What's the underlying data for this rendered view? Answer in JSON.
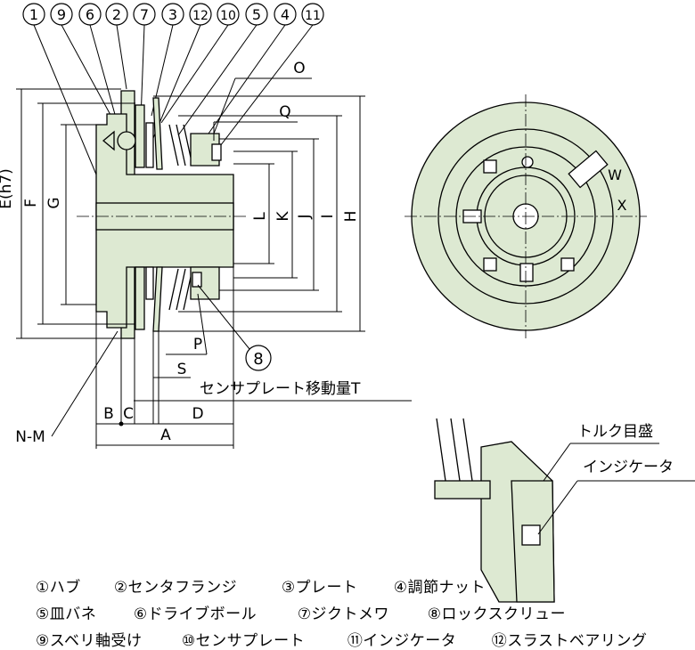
{
  "part_numbers": [
    "1",
    "9",
    "6",
    "2",
    "7",
    "3",
    "12",
    "10",
    "5",
    "4",
    "11"
  ],
  "dimension_labels": {
    "E": "E(h7)",
    "F": "F",
    "G": "G",
    "L": "L",
    "K": "K",
    "J": "J",
    "I": "I",
    "H": "H",
    "O": "O",
    "Q": "Q",
    "P": "P",
    "S": "S",
    "B": "B",
    "C": "C",
    "D": "D",
    "A": "A",
    "NM": "N-M",
    "W": "W",
    "X": "X"
  },
  "callout_8": "8",
  "travel_label": "センサプレート移動量T",
  "detail_labels": {
    "torque_scale": "トルク目盛",
    "indicator": "インジケータ"
  },
  "legend": {
    "row1": [
      "①ハブ",
      "②センタフランジ",
      "③プレート",
      "④調節ナット"
    ],
    "row2": [
      "⑤皿バネ",
      "⑥ドライブボール",
      "⑦ジクトメワ",
      "⑧ロックスクリュー"
    ],
    "row3": [
      "⑨スベリ軸受け",
      "⑩センサプレート",
      "⑪インジケータ",
      "⑫スラストベアリング"
    ]
  },
  "colors": {
    "body_fill": "#dde9d2",
    "line": "#000000",
    "background": "#ffffff"
  }
}
